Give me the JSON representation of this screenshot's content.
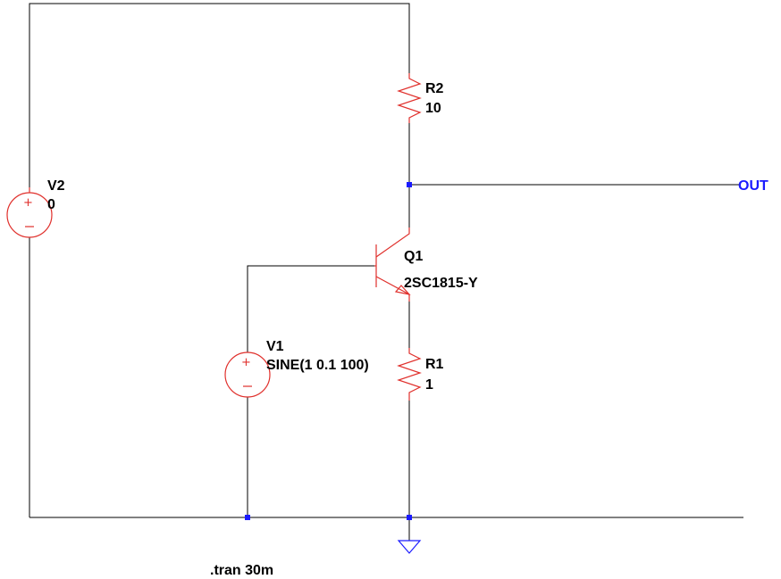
{
  "components": {
    "v2": {
      "name": "V2",
      "value": "0"
    },
    "v1": {
      "name": "V1",
      "value": "SINE(1 0.1 100)"
    },
    "r2": {
      "name": "R2",
      "value": "10"
    },
    "r1": {
      "name": "R1",
      "value": "1"
    },
    "q1": {
      "name": "Q1",
      "model": "2SC1815-Y"
    }
  },
  "net_labels": {
    "out": "OUT"
  },
  "directive": ".tran 30m",
  "colors": {
    "wire": "#000000",
    "component": "#e0302c",
    "junction": "#1a1aff",
    "net_label": "#1a1aff",
    "ground": "#1a1aff"
  }
}
